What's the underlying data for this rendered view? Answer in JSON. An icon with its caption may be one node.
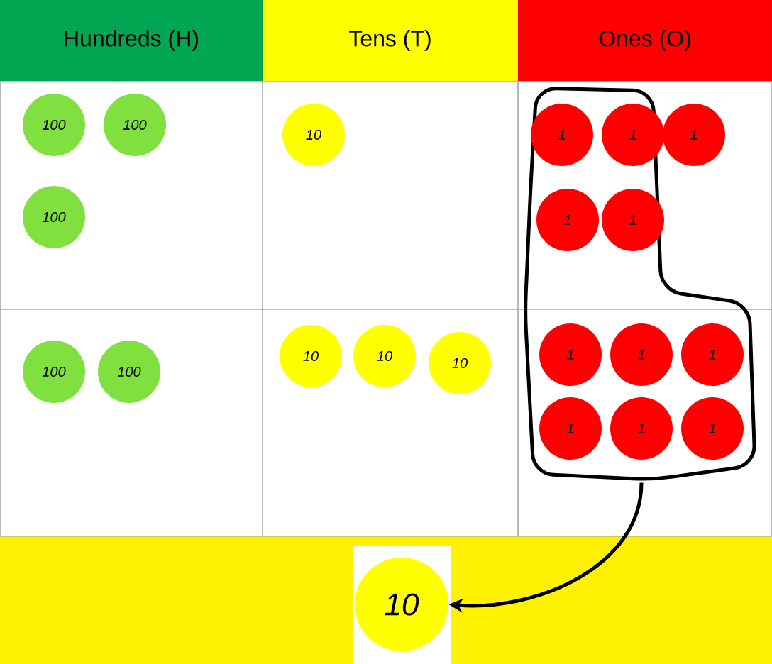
{
  "diagram": {
    "nodes": [
      {
        "text": [
          "Hundreds (H)"
        ]
      },
      {
        "text": [
          "Tens (T)"
        ]
      },
      {
        "text": [
          "Ones (O)"
        ]
      },
      {
        "text": [],
        "shape": "outline"
      },
      {
        "text": [
          "100"
        ]
      },
      {
        "text": [
          "100"
        ]
      },
      {
        "text": [
          "10"
        ]
      },
      {
        "text": [
          "1"
        ],
        "in": 3
      },
      {
        "text": [
          "1"
        ],
        "in": 3
      },
      {
        "text": [
          "1"
        ],
        "in": 3
      },
      {
        "text": [
          "100"
        ]
      },
      {
        "text": [
          "1"
        ],
        "in": 3
      },
      {
        "text": [
          "1"
        ],
        "in": 3
      },
      {
        "text": [
          "100"
        ]
      },
      {
        "text": [
          "100"
        ]
      },
      {
        "text": [
          "10"
        ]
      },
      {
        "text": [
          "10"
        ]
      },
      {
        "text": [
          "10"
        ]
      },
      {
        "text": [
          "1"
        ],
        "in": 3
      },
      {
        "text": [
          "1"
        ],
        "in": 3
      },
      {
        "text": [
          "1"
        ],
        "in": 3
      },
      {
        "text": [
          "1"
        ],
        "in": 3
      },
      {
        "text": [
          "1"
        ],
        "in": 3
      },
      {
        "text": [
          "1"
        ],
        "in": 3
      },
      {
        "text": [
          "10"
        ]
      }
    ],
    "edges": [
      {
        "from": 3,
        "to": 24,
        "arrow": "to"
      }
    ]
  }
}
